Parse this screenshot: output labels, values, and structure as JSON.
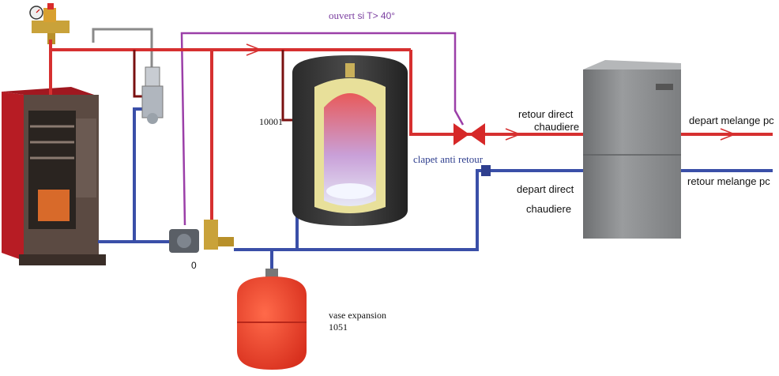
{
  "labels": {
    "ouvert_prefix": "ouvert",
    "ouvert_condition": "si T> 40°",
    "retour_direct_line1": "retour direct",
    "retour_direct_line2": "chaudiere",
    "clapet": "clapet anti retour",
    "depart_direct_line1": "depart direct",
    "depart_direct_line2": "chaudiere",
    "depart_melange": "depart melange pc",
    "retour_melange": "retour melange pc",
    "tank_code": "10001",
    "pump_code": "0",
    "vase_title": "vase expansion",
    "vase_code": "1051"
  },
  "colors": {
    "hot_pipe": "#d63030",
    "cold_pipe": "#3a4fa8",
    "control_line": "#9b3fa8",
    "grey_line": "#8a8a8a",
    "label_purple": "#7b3fa0",
    "label_blue": "#2f3f8f",
    "boiler_red": "#c8202a",
    "boiler_dark": "#4a3a34",
    "tank_insulation": "#333333",
    "vessel_red": "#e8412c",
    "modern_boiler": "#8f9193"
  }
}
